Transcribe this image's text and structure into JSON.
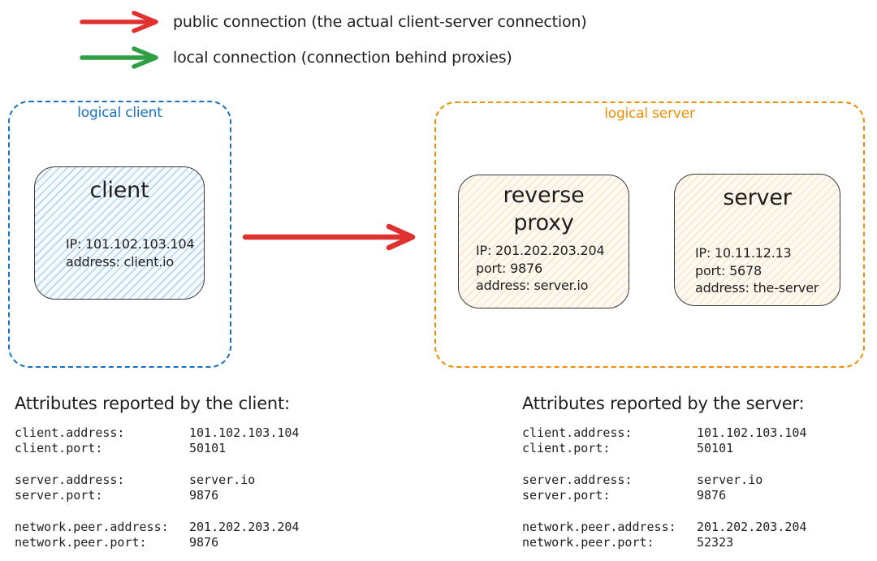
{
  "colors": {
    "public_connection": "#e03131",
    "local_connection": "#2f9e44",
    "logical_client_border": "#1971c2",
    "logical_server_border": "#f08c00",
    "node_border": "#3a3a3a",
    "text": "#1e1e1e"
  },
  "legend": {
    "public": {
      "label": "public connection (the actual client-server connection)",
      "color": "#e03131"
    },
    "local": {
      "label": "local connection (connection behind proxies)",
      "color": "#2f9e44"
    }
  },
  "diagram": {
    "logical_client": {
      "label": "logical client",
      "nodes": [
        {
          "title": "client",
          "lines": [
            "IP: 101.102.103.104",
            "address: client.io"
          ]
        }
      ]
    },
    "logical_server": {
      "label": "logical server",
      "nodes": [
        {
          "title": "reverse proxy",
          "lines": [
            "IP: 201.202.203.204",
            "port: 9876",
            "address: server.io"
          ]
        },
        {
          "title": "server",
          "lines": [
            "IP: 10.11.12.13",
            "port: 5678",
            "address: the-server"
          ]
        }
      ]
    },
    "public_arrow": {
      "from": "client",
      "to": "reverse proxy",
      "color": "#e03131"
    }
  },
  "attributes_client": {
    "heading": "Attributes reported by the client:",
    "groups": [
      [
        {
          "label": "client.address:",
          "value": "101.102.103.104"
        },
        {
          "label": "client.port:",
          "value": "50101"
        }
      ],
      [
        {
          "label": "server.address:",
          "value": "server.io"
        },
        {
          "label": "server.port:",
          "value": "9876"
        }
      ],
      [
        {
          "label": "network.peer.address:",
          "value": "201.202.203.204"
        },
        {
          "label": "network.peer.port:",
          "value": "9876"
        }
      ]
    ]
  },
  "attributes_server": {
    "heading": "Attributes reported by the server:",
    "groups": [
      [
        {
          "label": "client.address:",
          "value": "101.102.103.104"
        },
        {
          "label": "client.port:",
          "value": "50101"
        }
      ],
      [
        {
          "label": "server.address:",
          "value": "server.io"
        },
        {
          "label": "server.port:",
          "value": "9876"
        }
      ],
      [
        {
          "label": "network.peer.address:",
          "value": "201.202.203.204"
        },
        {
          "label": "network.peer.port:",
          "value": "52323"
        }
      ]
    ]
  }
}
